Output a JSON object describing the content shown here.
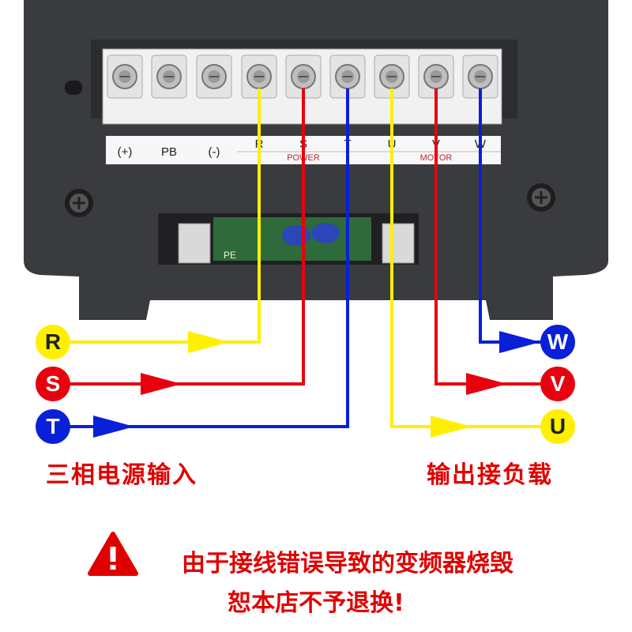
{
  "terminal_strip": {
    "labels": [
      "(+)",
      "PB",
      "(-)",
      "R",
      "S",
      "T",
      "U",
      "V",
      "W"
    ],
    "power_group": "POWER",
    "motor_group": "MOTOR"
  },
  "board": {
    "pe_label": "PE"
  },
  "inputs": [
    {
      "name": "R",
      "color": "#ffef00",
      "text_color": "#222222"
    },
    {
      "name": "S",
      "color": "#e8000f",
      "text_color": "#ffffff"
    },
    {
      "name": "T",
      "color": "#0a1fd8",
      "text_color": "#ffffff"
    }
  ],
  "outputs": [
    {
      "name": "W",
      "color": "#0a1fd8",
      "text_color": "#ffffff"
    },
    {
      "name": "V",
      "color": "#e8000f",
      "text_color": "#ffffff"
    },
    {
      "name": "U",
      "color": "#ffef00",
      "text_color": "#222222"
    }
  ],
  "captions": {
    "input": "三相电源输入",
    "output": "输出接负载"
  },
  "warning": {
    "line1": "由于接线错误导致的变频器烧毁",
    "line2": "恕本店不予退换!",
    "icon": "warning-triangle-icon",
    "color": "#e00000"
  }
}
